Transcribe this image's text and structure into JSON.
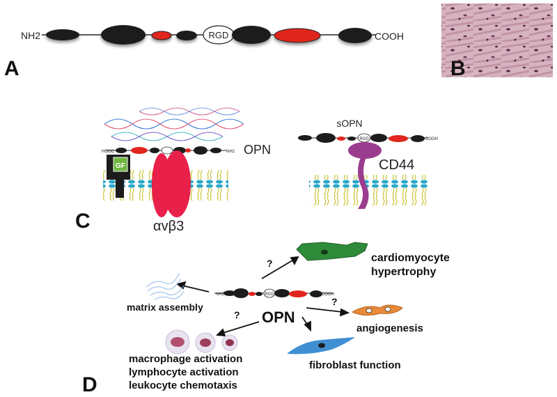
{
  "panels": {
    "a": "A",
    "b": "B",
    "c": "C",
    "d": "D"
  },
  "protein": {
    "nterm": "NH2",
    "cterm": "COOH",
    "motif": "RGD"
  },
  "panel_c": {
    "opn_label": "OPN",
    "gf_label": "GF",
    "integrin_label": "αvβ3",
    "sopn_label": "sOPN",
    "cd44_label": "CD44",
    "mini_nterm_rot": "HOOC",
    "mini_cterm_rot": "NH2"
  },
  "panel_d": {
    "center_label": "OPN",
    "question_mark": "?",
    "matrix_label": "matrix assembly",
    "cardio_line1": "cardiomyocyte",
    "cardio_line2": "hypertrophy",
    "angio_label": "angiogenesis",
    "fibro_label": "fibroblast function",
    "immune_line1": "macrophage activation",
    "immune_line2": "lymphocyte activation",
    "immune_line3": "leukocyte chemotaxis"
  },
  "colors": {
    "domain_dark": "#1c1c1c",
    "domain_red": "#e0261e",
    "integrin": "#e8204a",
    "cd44": "#9b3d8f",
    "gf_box": "#6fb73f",
    "cardiomyocyte": "#2e8b3a",
    "fibroblast": "#3f8fd2",
    "endothelial": "#e88a3a",
    "histology": "#c79aa8"
  }
}
